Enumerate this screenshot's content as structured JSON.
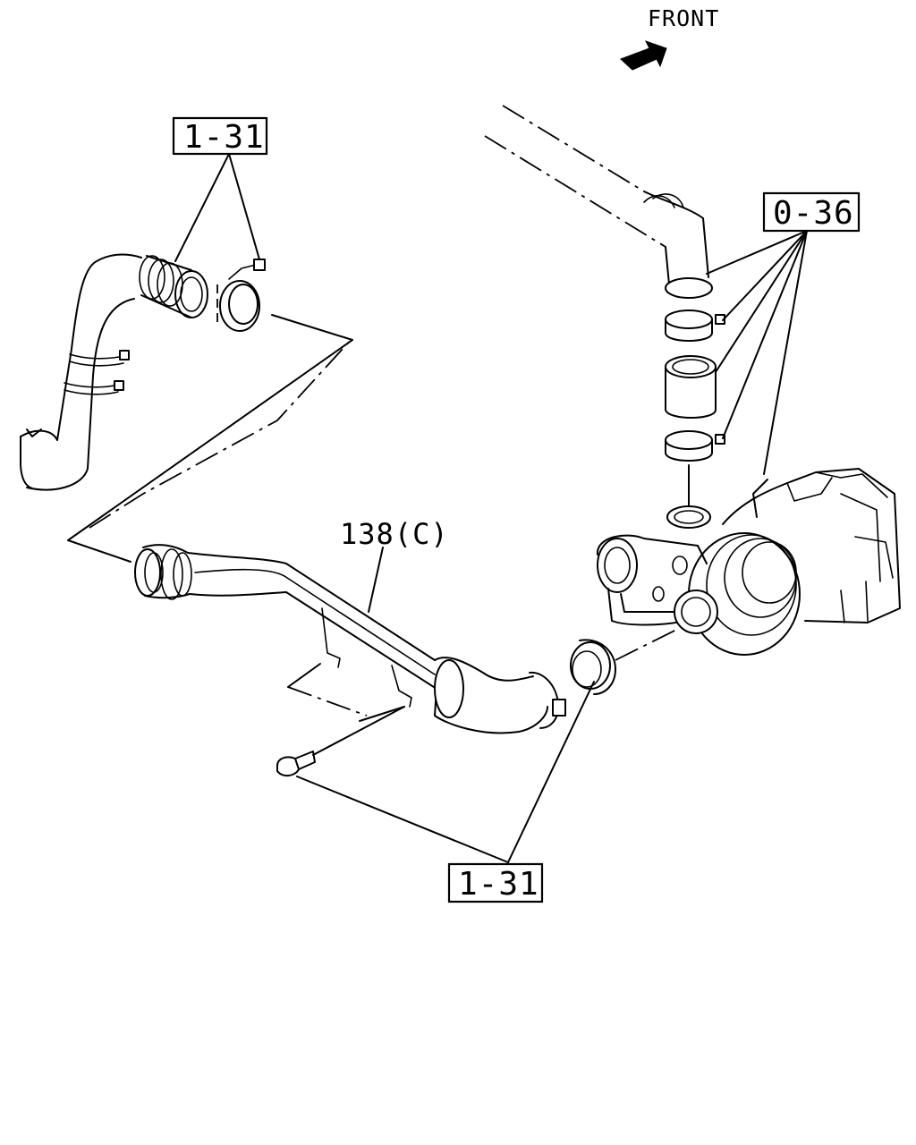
{
  "front_label": "FRONT",
  "callouts": {
    "top_left": "1-31",
    "top_right": "0-36",
    "bottom": "1-31"
  },
  "part_label": "138(C)"
}
